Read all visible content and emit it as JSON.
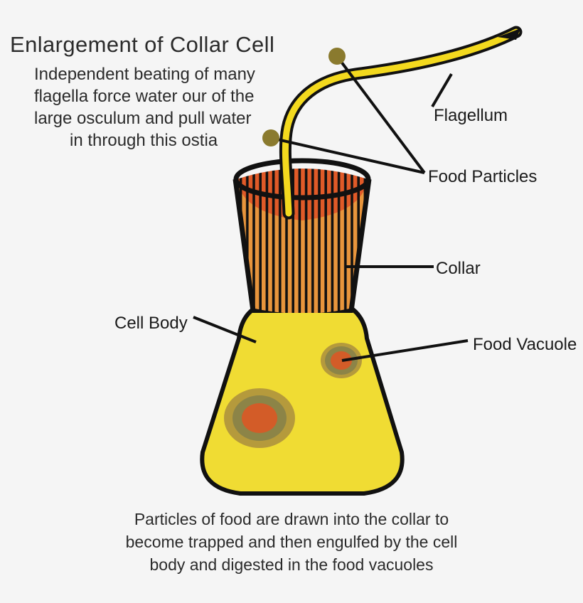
{
  "figure": {
    "title": "Enlargement of Collar Cell",
    "intro_lines": [
      "Independent beating of many",
      "flagella force water our of the",
      "large osculum and pull water",
      "in through this ostia"
    ],
    "caption_lines": [
      "Particles of food are drawn into the collar to",
      "become trapped and then engulfed by the cell",
      "body and digested in the food vacuoles"
    ]
  },
  "labels": {
    "flagellum": "Flagellum",
    "food_particles": "Food Particles",
    "collar": "Collar",
    "cell_body": "Cell Body",
    "food_vacuole": "Food Vacuole"
  },
  "parts": {
    "flagellum_name": "flagellum",
    "collar_name": "collar",
    "cell_body_name": "cell-body",
    "food_particle_1_name": "food-particle-upper",
    "food_particle_2_name": "food-particle-lower",
    "food_vacuole_large_name": "food-vacuole-large",
    "food_vacuole_small_name": "food-vacuole-small"
  },
  "colors": {
    "background": "#f5f5f5",
    "outline": "#111111",
    "flagellum_fill": "#f3d91e",
    "collar_front": "#e8953c",
    "collar_interior": "#e05a28",
    "cell_body_fill": "#f0dc33",
    "food_particle": "#8a7a2e",
    "vacuole_outer": "#b59a3c",
    "vacuole_middle": "#8c8447",
    "vacuole_inner": "#d35c28",
    "text": "#2b2b2b"
  }
}
